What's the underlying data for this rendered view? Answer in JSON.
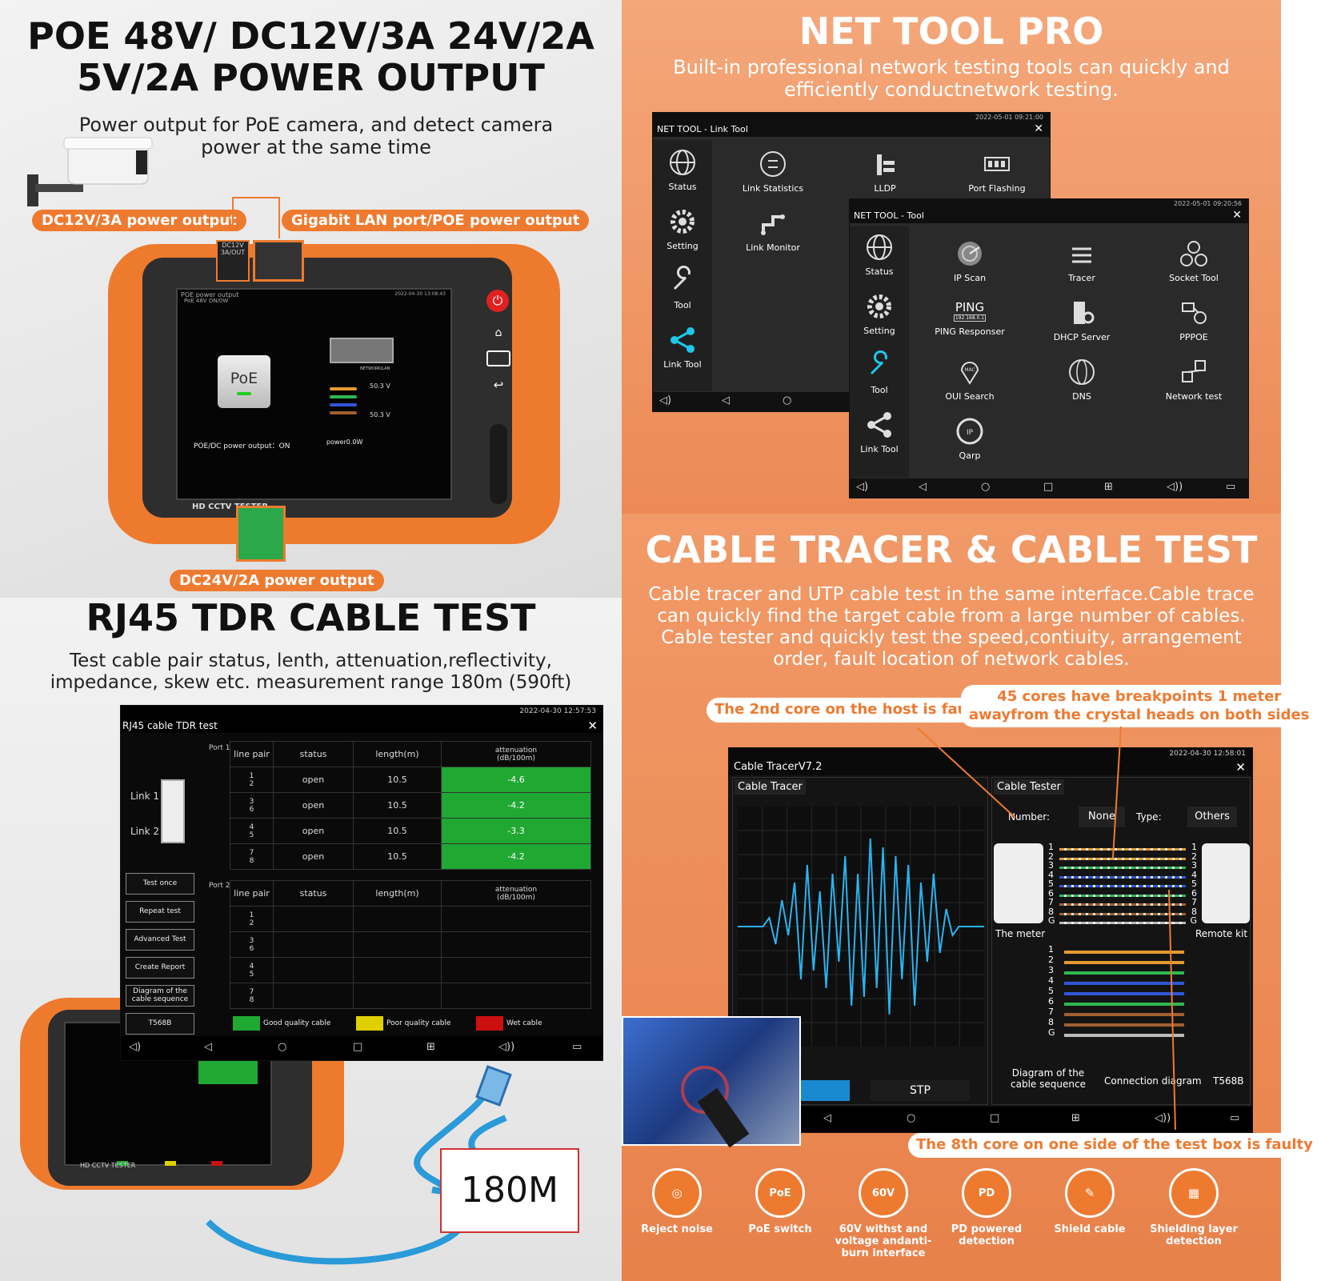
{
  "poe": {
    "title_line1": "POE 48V/ DC12V/3A 24V/2A",
    "title_line2": "5V/2A POWER OUTPUT",
    "subtitle_line1": "Power output for PoE camera, and detect camera",
    "subtitle_line2": "power at the same time",
    "label_dc12": "DC12V/3A power output",
    "label_gigabit": "Gigabit LAN port/POE power output",
    "label_dc24": "DC24V/2A power output",
    "port_label": "DC12V 3A/OUT",
    "screen_title": "POE power output",
    "screen_sub": "PoE 48V ON/0W",
    "screen_time": "2022-04-30 13:08:43",
    "poe_badge": "PoE",
    "network_lan": "NETWORK/LAN",
    "voltage_a": "50.3 V",
    "voltage_b": "50.3 V",
    "output_status": "POE/DC power output：ON",
    "power_value": "power0.0W",
    "device_brand": "HD CCTV TESTER"
  },
  "nettool": {
    "title": "NET TOOL PRO",
    "subtitle_line1": "Built-in professional network testing tools can quickly and",
    "subtitle_line2": "efficiently conductnetwork testing.",
    "link_window": {
      "title": "NET TOOL - Link Tool",
      "time": "2022-05-01 09:21:00",
      "sidebar": [
        "Status",
        "Setting",
        "Tool",
        "Link Tool"
      ],
      "tools": [
        "Link Statistics",
        "LLDP",
        "Port Flashing",
        "Link Monitor"
      ]
    },
    "tool_window": {
      "title": "NET TOOL - Tool",
      "time": "2022-05-01 09:20:56",
      "sidebar": [
        "Status",
        "Setting",
        "Tool",
        "Link Tool"
      ],
      "tools": [
        "IP Scan",
        "Tracer",
        "Socket Tool",
        "PING Responser",
        "DHCP Server",
        "PPPOE",
        "OUI Search",
        "DNS",
        "Network test",
        "Qarp"
      ],
      "ping_text": "PING",
      "ping_ip": "192.168.0.1",
      "oui_badge": "MAC",
      "qarp_badge": "IP"
    }
  },
  "tdr": {
    "title": "RJ45 TDR CABLE TEST",
    "subtitle_line1": "Test cable pair status, lenth, attenuation,reflectivity,",
    "subtitle_line2": "impedance, skew etc. measurement range 180m (590ft)",
    "window_title": "RJ45 cable TDR test",
    "time": "2022-04-30 12:57:53",
    "port1": "Port 1",
    "port2": "Port 2",
    "link1": "Link 1",
    "link2": "Link 2",
    "headers": [
      "line pair",
      "status",
      "length(m)",
      "attenuation\n(dB/100m)"
    ],
    "rows": [
      {
        "pins": "1\n2",
        "status": "open",
        "length": "10.5",
        "atten": "-4.6"
      },
      {
        "pins": "3\n6",
        "status": "open",
        "length": "10.5",
        "atten": "-4.2"
      },
      {
        "pins": "4\n5",
        "status": "open",
        "length": "10.5",
        "atten": "-3.3"
      },
      {
        "pins": "7\n8",
        "status": "open",
        "length": "10.5",
        "atten": "-4.2"
      }
    ],
    "port2_pins": [
      "1\n2",
      "3\n6",
      "4\n5",
      "7\n8"
    ],
    "buttons": [
      "Test once",
      "Repeat test",
      "Advanced Test",
      "Create Report",
      "Diagram of the cable sequence",
      "T568B"
    ],
    "legend": [
      "Good quality cable",
      "Poor quality cable",
      "Wet cable"
    ],
    "legend_colors": [
      "#1fa832",
      "#e0d000",
      "#cc1010"
    ],
    "range_badge": "180M",
    "device_brand": "HD CCTV TESTER"
  },
  "tracer": {
    "title": "CABLE TRACER & CABLE TEST",
    "description": "Cable tracer and UTP cable test in the same interface.Cable trace can quickly find the target cable from a large number of cables. Cable tester and quickly test the speed,contiuity, arrangement order, fault location of network cables.",
    "callout_2nd": "The 2nd core on the host is faulty",
    "callout_45_line1": "45 cores have breakpoints 1 meter",
    "callout_45_line2": "awayfrom the crystal heads on both sides",
    "callout_8th": "The 8th core on one side of the test box is faulty",
    "window_title": "Cable TracerV7.2",
    "time": "2022-04-30 12:58:01",
    "tab_tracer": "Cable Tracer",
    "tab_tester": "Cable Tester",
    "number_label": "Number:",
    "number_value": "None",
    "type_label": "Type:",
    "type_value": "Others",
    "pins": [
      "1",
      "2",
      "3",
      "4",
      "5",
      "6",
      "7",
      "8",
      "G"
    ],
    "meter_label": "The meter",
    "remote_label": "Remote kit",
    "stp_label": "STP",
    "diagram_label": "Diagram of the cable sequence",
    "connection_label": "Connection diagram",
    "standard": "T568B",
    "waveform": [
      0,
      0,
      0,
      0,
      0,
      0.1,
      -0.2,
      0.3,
      -0.1,
      0.5,
      -0.6,
      0.7,
      -0.5,
      0.4,
      -0.7,
      0.6,
      -0.4,
      0.8,
      -0.9,
      0.6,
      -0.8,
      1.0,
      -0.7,
      0.9,
      -1.0,
      0.8,
      -0.6,
      0.7,
      -0.9,
      0.5,
      -0.4,
      0.6,
      -0.3,
      0.2,
      -0.1,
      0,
      0,
      0,
      0,
      0
    ]
  },
  "features": [
    {
      "icon": "noise-icon",
      "label": "Reject noise"
    },
    {
      "icon": "poe-icon",
      "label": "PoE switch"
    },
    {
      "icon": "shield-60v-icon",
      "label": "60V withst and voltage andanti-burn interface"
    },
    {
      "icon": "pd-icon",
      "label": "PD powered detection"
    },
    {
      "icon": "pen-icon",
      "label": "Shield cable"
    },
    {
      "icon": "rj45-icon",
      "label": "Shielding layer detection"
    }
  ],
  "colors": {
    "accent": "#ee7a30",
    "dark": "#2e2e2e",
    "good": "#1fa832"
  }
}
